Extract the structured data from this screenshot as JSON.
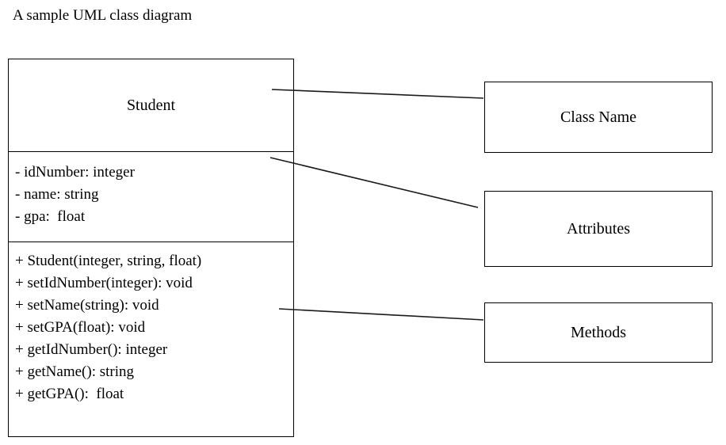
{
  "title": "A sample UML class diagram",
  "class_box": {
    "class_name": "Student",
    "attributes": [
      "- idNumber: integer",
      "- name: string",
      "- gpa:  float"
    ],
    "methods": [
      "+ Student(integer, string, float)",
      "+ setIdNumber(integer): void",
      "+ setName(string): void",
      "+ setGPA(float): void",
      "+ getIdNumber(): integer",
      "+ getName(): string",
      "+ getGPA():  float"
    ]
  },
  "legend": {
    "class_name_label": "Class Name",
    "attributes_label": "Attributes",
    "methods_label": "Methods"
  },
  "colors": {
    "stroke": "#000000",
    "background": "#ffffff",
    "text": "#000000"
  }
}
